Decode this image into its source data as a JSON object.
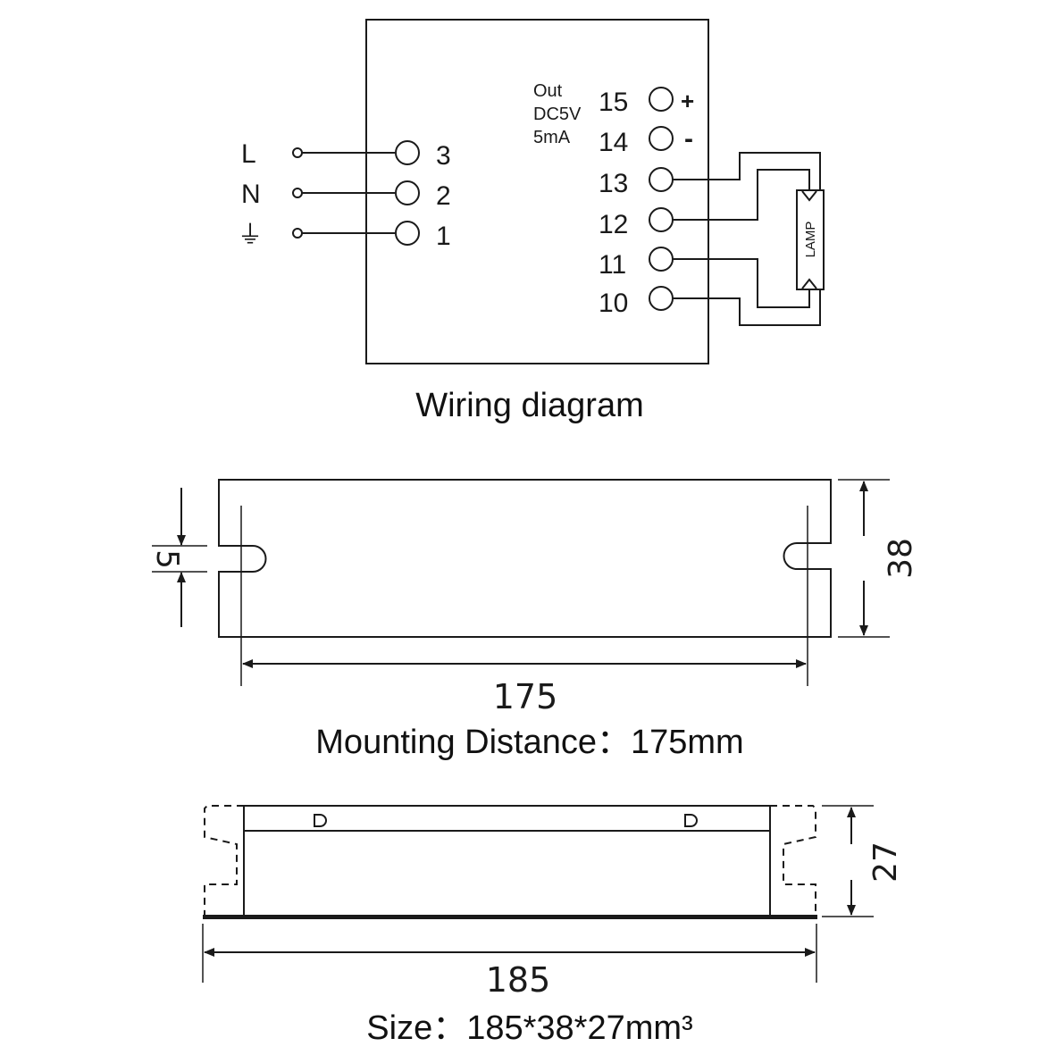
{
  "wiring": {
    "caption": "Wiring diagram",
    "inputs": [
      {
        "label": "L",
        "terminal": "3"
      },
      {
        "label": "N",
        "terminal": "2"
      },
      {
        "label": "⏚",
        "terminal": "1"
      }
    ],
    "output_note": [
      "Out",
      "DC5V",
      "5mA"
    ],
    "outputs": [
      {
        "terminal": "15",
        "sign": "+"
      },
      {
        "terminal": "14",
        "sign": "-"
      },
      {
        "terminal": "13",
        "sign": ""
      },
      {
        "terminal": "12",
        "sign": ""
      },
      {
        "terminal": "11",
        "sign": ""
      },
      {
        "terminal": "10",
        "sign": ""
      }
    ],
    "lamp_label": "LAMP"
  },
  "mounting": {
    "slot": "5",
    "height": "38",
    "distance": "175",
    "caption": "Mounting  Distance：175mm"
  },
  "size": {
    "height": "27",
    "length": "185",
    "caption": "Size：185*38*27mm³"
  }
}
